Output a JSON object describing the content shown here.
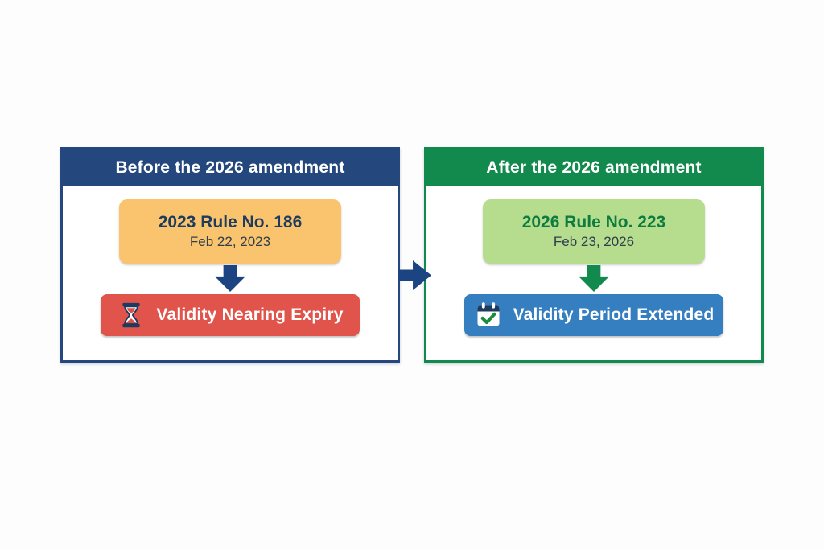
{
  "diagram": {
    "type": "before-after comparison",
    "background": "#ffffff"
  },
  "panels": [
    {
      "id": "before",
      "title": "Before the 2026 amendment",
      "header_color": "#24487d",
      "border_color": "#24487d",
      "rule_box": {
        "title": "2023 Rule No. 186",
        "date": "Feb 22, 2023",
        "background": "#f9c46d",
        "title_color": "#1d3a5f"
      },
      "flow_arrow_color": "#1c4382",
      "badge": {
        "label": "Validity Nearing Expiry",
        "background": "#e0544b",
        "icon": "hourglass-icon",
        "text_color": "#ffffff"
      }
    },
    {
      "id": "after",
      "title": "After the 2026 amendment",
      "header_color": "#12894d",
      "border_color": "#12894d",
      "rule_box": {
        "title": "2026 Rule No. 223",
        "date": "Feb 23, 2026",
        "background": "#b6dc8e",
        "title_color": "#0d7c3f"
      },
      "flow_arrow_color": "#12894d",
      "badge": {
        "label": "Validity Period Extended",
        "background": "#357ec0",
        "icon": "calendar-check-icon",
        "text_color": "#ffffff"
      }
    }
  ],
  "connector": {
    "direction": "right",
    "color": "#1c4382"
  }
}
